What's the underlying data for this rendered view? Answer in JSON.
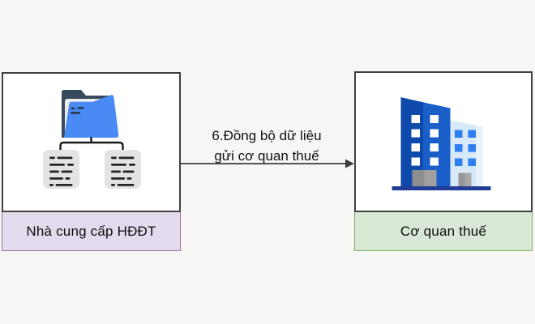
{
  "canvas": {
    "background": "#f7f6f5"
  },
  "provider_node": {
    "label": "Nhà cung cấp HĐĐT",
    "label_bg": "#e4daed",
    "label_border": "#9673a6",
    "box_bg": "#ffffff",
    "box_border": "#404040",
    "icon": "folder-with-documents-icon"
  },
  "tax_node": {
    "label": "Cơ quan thuế",
    "label_bg": "#d7e8d4",
    "label_border": "#82b366",
    "box_bg": "#ffffff",
    "box_border": "#404040",
    "icon": "office-building-icon"
  },
  "arrow": {
    "label_line1": "6.Đồng bộ dữ liệu",
    "label_line2": "gửi cơ quan thuế",
    "color": "#3d3d3d"
  },
  "icon_palette": {
    "folder_back": "#3a4a5e",
    "folder_paper": "#e9ebee",
    "folder_front": "#4a8af4",
    "folder_dashes": "#2c3b4e",
    "connector_line": "#191919",
    "document_fill": "#e3e3e3",
    "document_lines": "#242424",
    "building_dark_blue": "#0e4aab",
    "building_mid_blue": "#1a5fc8",
    "building_light_blue": "#d7e8f8",
    "building_lighter_blue": "#e8f2fc",
    "building_window_white": "#ffffff",
    "building_window_blue": "#2e7ef2",
    "building_door_gray": "#8e8e8e",
    "building_base_navy": "#223d96"
  }
}
